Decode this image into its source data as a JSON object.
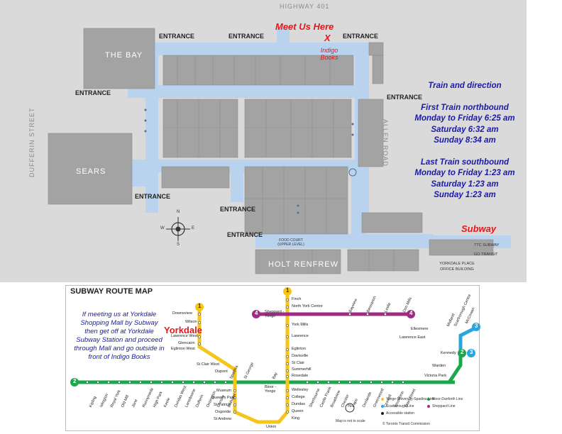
{
  "mall_map": {
    "streets": {
      "top": "HIGHWAY 401",
      "left": "DUFFERIN STREET",
      "right": "ALLEN ROAD"
    },
    "stores": {
      "bay": "THE BAY",
      "sears": "SEARS",
      "holt": "HOLT RENFREW",
      "food_court": "FOOD COURT (UPPER LEVEL)",
      "ttc": "TTC SUBWAY",
      "go": "GO TRANSIT",
      "office": "YORKDALE PLACE OFFICE BUILDING"
    },
    "entrance_label": "ENTRANCE",
    "meet_title": "Meet Us Here",
    "meet_mark": "X",
    "meet_store": "Indigo Books",
    "subway_label": "Subway",
    "schedule": {
      "heading": "Train and direction",
      "first": "First Train northbound",
      "first_lines": [
        "Monday to Friday 6:25 am",
        "Saturday 6:32 am",
        "Sunday 8:34 am"
      ],
      "last": "Last Train southbound",
      "last_lines": [
        "Monday to Friday 1:23 am",
        "Saturday 1:23 am",
        "Sunday 1:23 am"
      ]
    },
    "compass": {
      "n": "N",
      "s": "S",
      "e": "E",
      "w": "W"
    }
  },
  "route_map": {
    "title": "SUBWAY ROUTE MAP",
    "yorkdale": "Yorkdale",
    "note": "If meeting us at Yorkdale Shopping Mall by Subway then get off at Yorkdale Subway Station and proceed through Mall and go outside in front of Indigo Books",
    "line_numbers": [
      "1",
      "2",
      "3",
      "4"
    ],
    "line1_west": [
      "Downsview",
      "Wilson",
      "Yorkdale",
      "Lawrence West",
      "Glencairn",
      "Eglinton West",
      "St Clair West",
      "Dupont",
      "Spadina",
      "St George",
      "Bay",
      "Museum",
      "Queen's Park",
      "St Patrick",
      "Osgoode",
      "St Andrew",
      "Union"
    ],
    "line1_east": [
      "Finch",
      "North York Centre",
      "Sheppard - Yonge",
      "York Mills",
      "Lawrence",
      "Eglinton",
      "Davisville",
      "St Clair",
      "Summerhill",
      "Rosedale",
      "Bloor - Yonge",
      "Wellesley",
      "College",
      "Dundas",
      "Queen",
      "King"
    ],
    "line2": [
      "Kipling",
      "Islington",
      "Royal York",
      "Old Mill",
      "Jane",
      "Runnymede",
      "High Park",
      "Keele",
      "Dundas West",
      "Lansdowne",
      "Dufferin",
      "Ossington",
      "Christie",
      "Bathurst",
      "Sherbourne",
      "Castle Frank",
      "Broadview",
      "Chester",
      "Pape",
      "Donlands",
      "Greenwood",
      "Coxwell",
      "Woodbine",
      "Main Street",
      "Victoria Park",
      "Warden",
      "Kennedy"
    ],
    "line3": [
      "Lawrence East",
      "Ellesmere",
      "Midland",
      "Scarborough Centre",
      "McCowan"
    ],
    "line4": [
      "Bayview",
      "Bessarion",
      "Leslie",
      "Don Mills"
    ],
    "legend": [
      "Yonge-University-Spadina Line",
      "Scarborough Line",
      "Accessible station",
      "Bloor-Danforth Line",
      "Sheppard Line"
    ],
    "map_note": "Map is not to scale",
    "copyright": "© Toronto Transit Commission",
    "colors": {
      "yellow": "#f6c51b",
      "green": "#1aa84b",
      "purple": "#9e2b85",
      "blue": "#29a6dd",
      "corridor": "#b9d3ef"
    }
  }
}
